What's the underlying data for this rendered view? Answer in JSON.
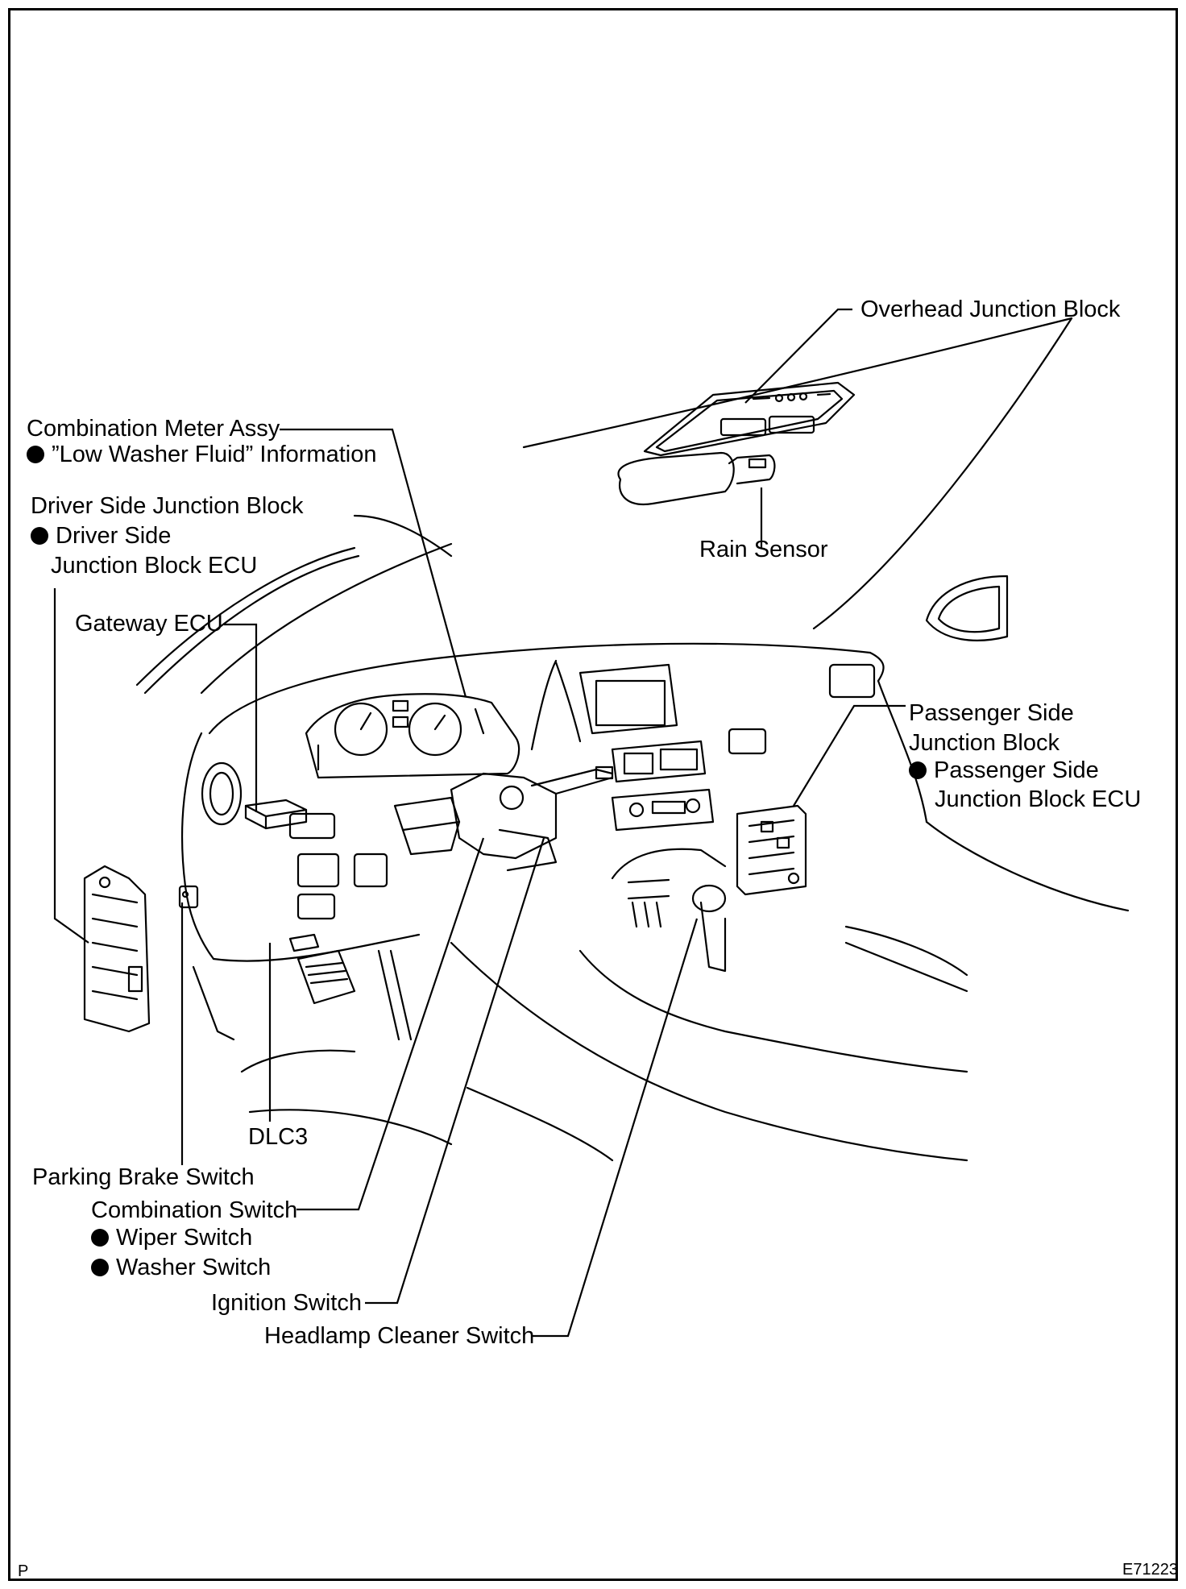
{
  "labels": {
    "overhead_junction_block": "Overhead Junction Block",
    "rain_sensor": "Rain Sensor",
    "combination_meter_title": "Combination Meter Assy",
    "combination_meter_info": "”Low Washer Fluid” Information",
    "driver_jb_title": "Driver Side Junction Block",
    "driver_jb_ecu_line1": "Driver Side",
    "driver_jb_ecu_line2": "Junction Block ECU",
    "gateway_ecu": "Gateway ECU",
    "passenger_jb_line1": "Passenger Side",
    "passenger_jb_line2": "Junction Block",
    "passenger_jb_ecu_line1": "Passenger Side",
    "passenger_jb_ecu_line2": "Junction Block ECU",
    "dlc3": "DLC3",
    "parking_brake_switch": "Parking Brake Switch",
    "combination_switch": "Combination Switch",
    "wiper_switch": "Wiper Switch",
    "washer_switch": "Washer Switch",
    "ignition_switch": "Ignition Switch",
    "headlamp_cleaner_switch": "Headlamp Cleaner Switch"
  },
  "footer": {
    "left_mark": "P",
    "figure_id": "E71223"
  }
}
